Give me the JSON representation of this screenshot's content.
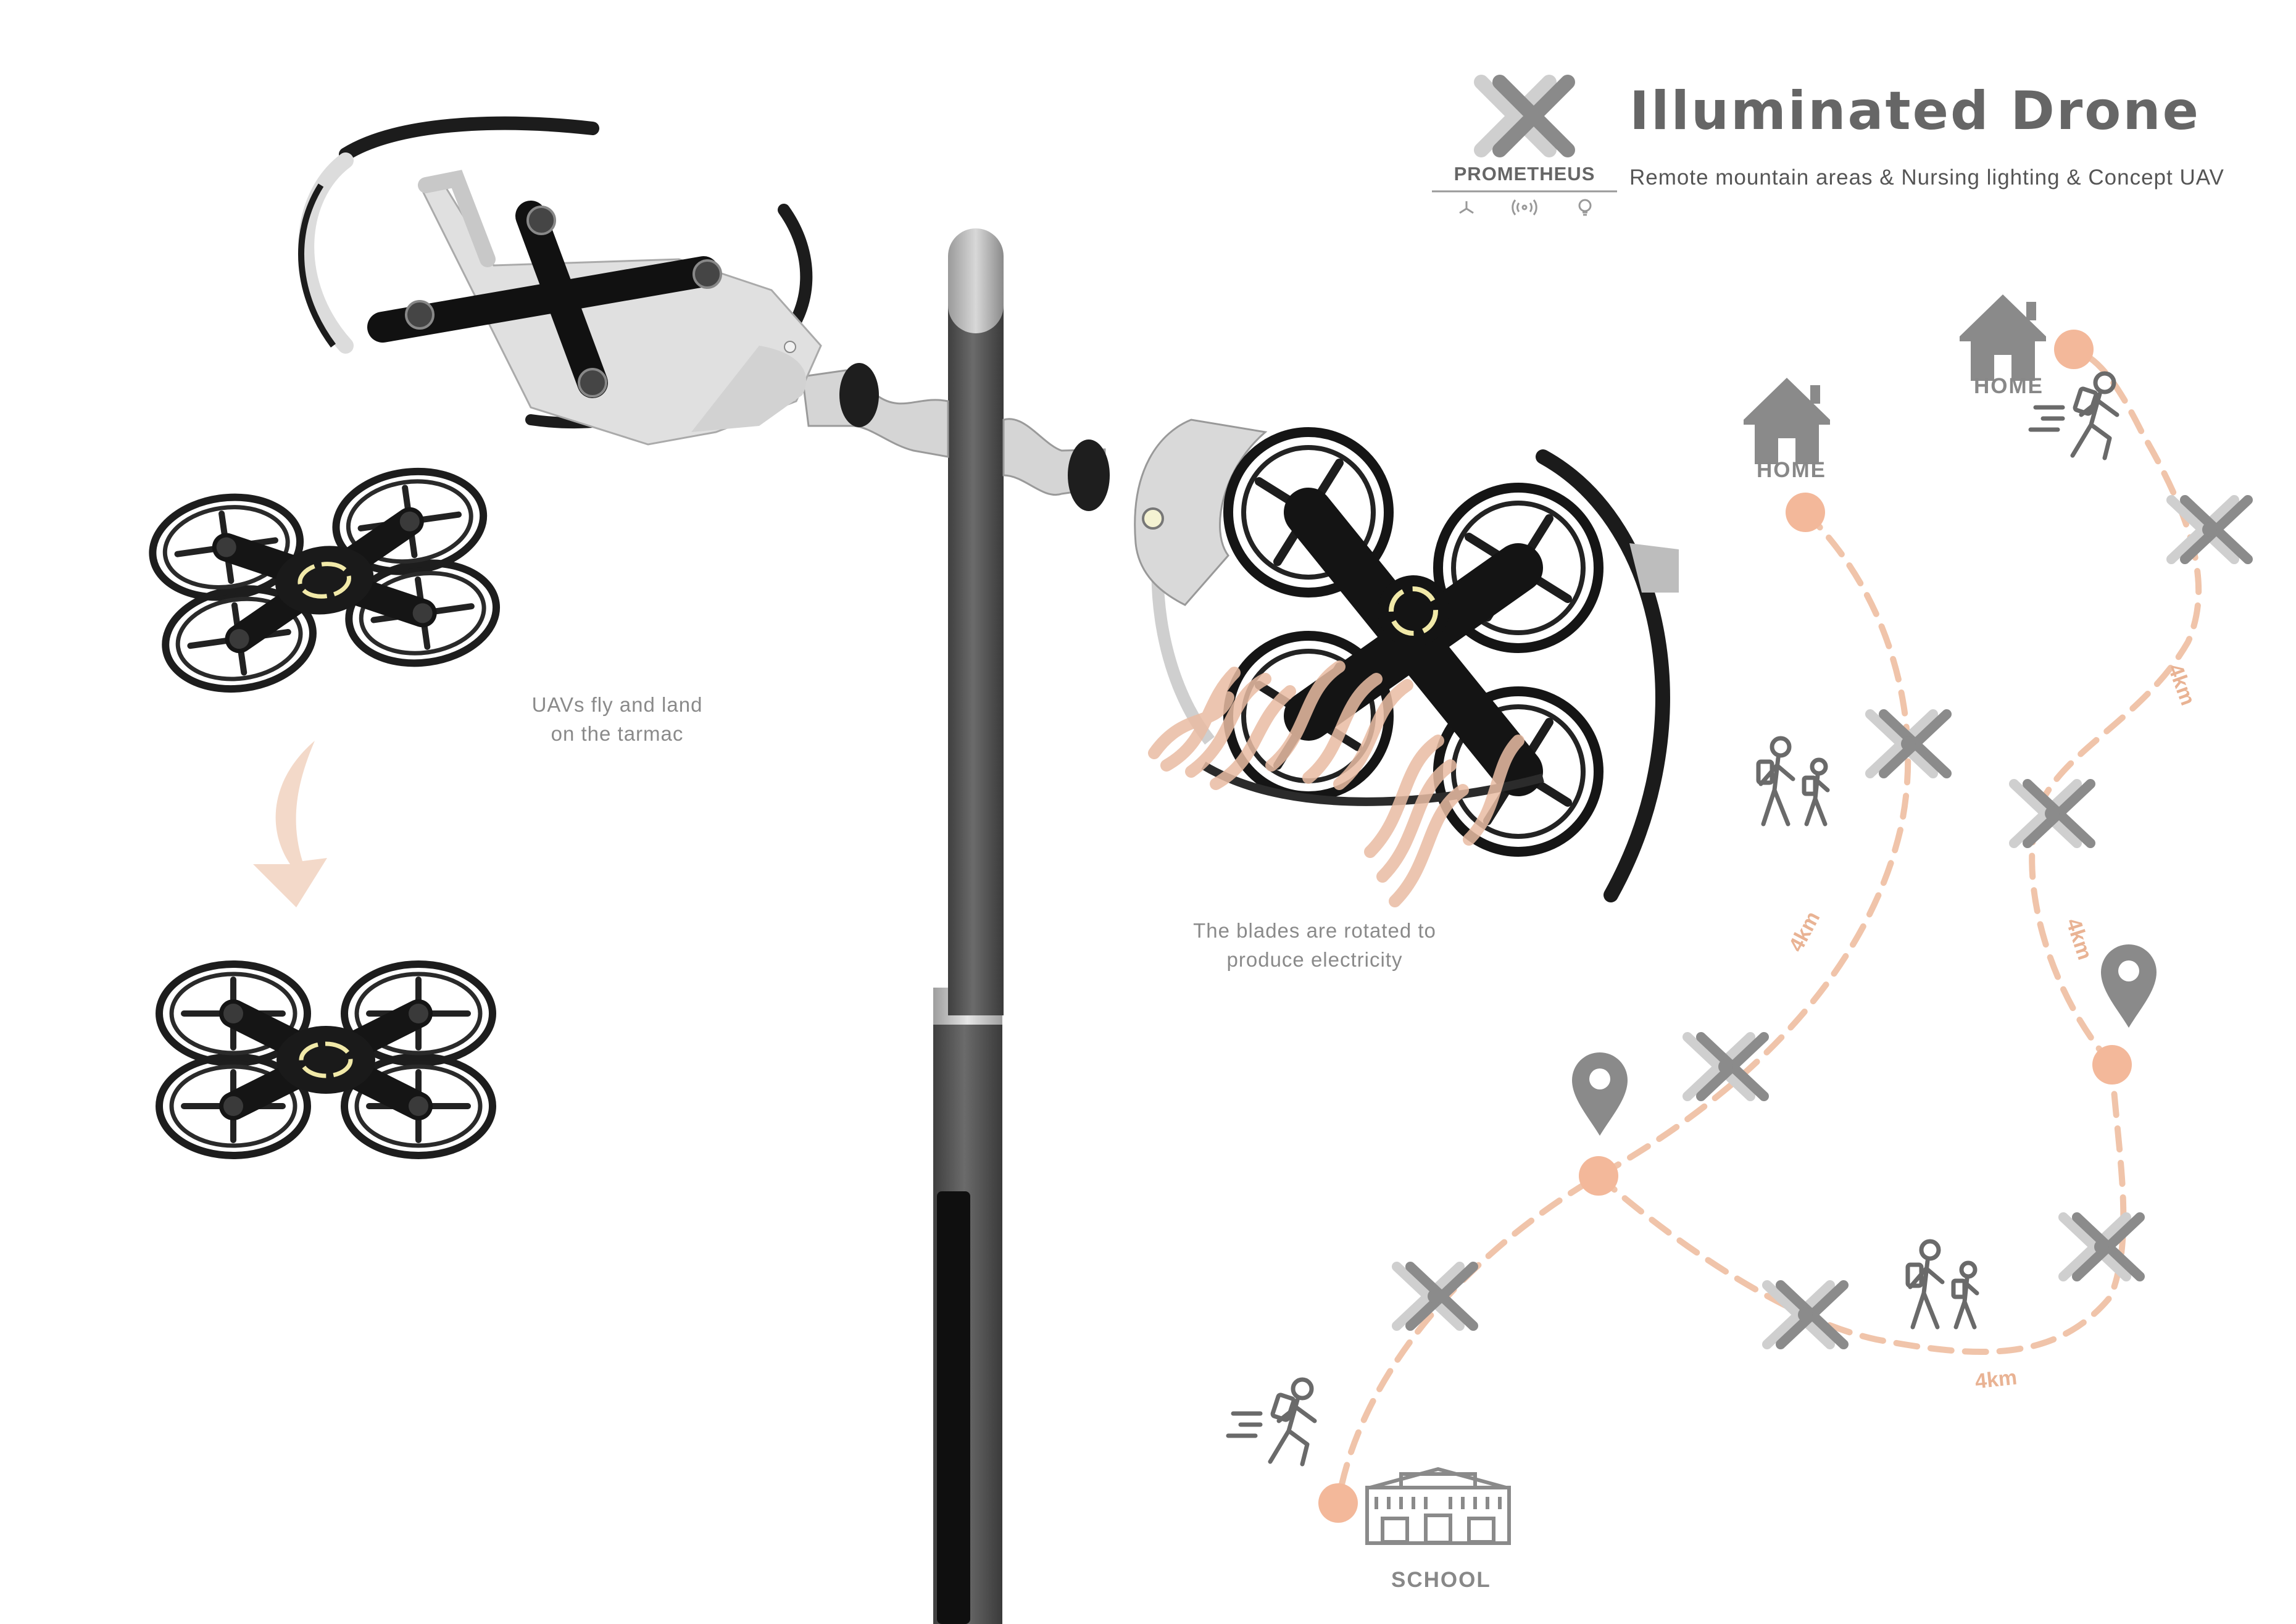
{
  "header": {
    "brand": "PROMETHEUS",
    "title": "Illuminated Drone",
    "subtitle": "Remote mountain areas & Nursing lighting & Concept UAV"
  },
  "captions": {
    "landing": [
      "UAVs fly and land",
      "on the tarmac"
    ],
    "blades": [
      "The blades are rotated to",
      "produce electricity"
    ]
  },
  "map": {
    "places": {
      "home_1": "HOME",
      "home_2": "HOME",
      "school": "SCHOOL"
    },
    "distances": [
      "4km",
      "4km",
      "4km",
      "4km"
    ]
  },
  "colors": {
    "path": "#f0c4aa",
    "dot": "#f3b89a",
    "icon_gray": "#888888",
    "pole_gray": "#5a5a5a"
  },
  "icons": [
    "prometheus-logo-icon",
    "fan-icon",
    "signal-icon",
    "bulb-icon",
    "home-icon",
    "location-pin-icon",
    "drone-x-icon",
    "hikers-icon",
    "runner-icon",
    "school-building-icon",
    "down-arrow-icon"
  ]
}
